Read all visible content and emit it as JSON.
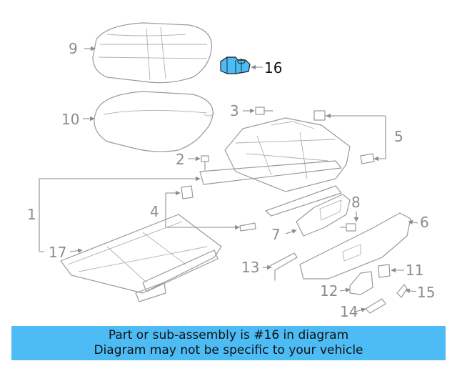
{
  "diagram": {
    "callouts": [
      "1",
      "2",
      "3",
      "4",
      "5",
      "6",
      "7",
      "8",
      "9",
      "10",
      "11",
      "12",
      "13",
      "14",
      "15",
      "16",
      "17"
    ],
    "highlight_part": "16",
    "highlight_color": "#4dbcf5"
  },
  "footer": {
    "line1": "Part or sub-assembly is #16 in diagram",
    "line2": "Diagram may not be specific to your vehicle",
    "background": "#4dbcf5"
  }
}
